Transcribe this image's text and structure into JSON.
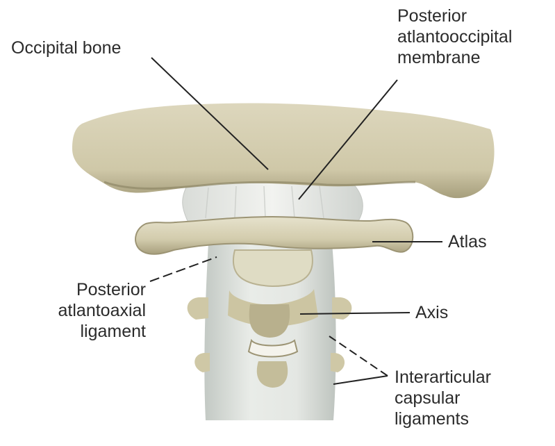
{
  "labels": {
    "occipital_bone": "Occipital bone",
    "posterior_atlantooccipital_membrane": [
      "Posterior",
      "atlantooccipital",
      "membrane"
    ],
    "atlas": "Atlas",
    "axis": "Axis",
    "posterior_atlantoaxial_ligament": [
      "Posterior",
      "atlantoaxial",
      "ligament"
    ],
    "interarticular_capsular_ligaments": [
      "Interarticular",
      "capsular",
      "ligaments"
    ]
  },
  "colors": {
    "bone": "#d4ceb0",
    "bone_shadow": "#aea684",
    "ligament": "#e8ebe8",
    "ligament_shadow": "#c9cdca",
    "leader": "#222222",
    "text": "#2b2b2b"
  }
}
